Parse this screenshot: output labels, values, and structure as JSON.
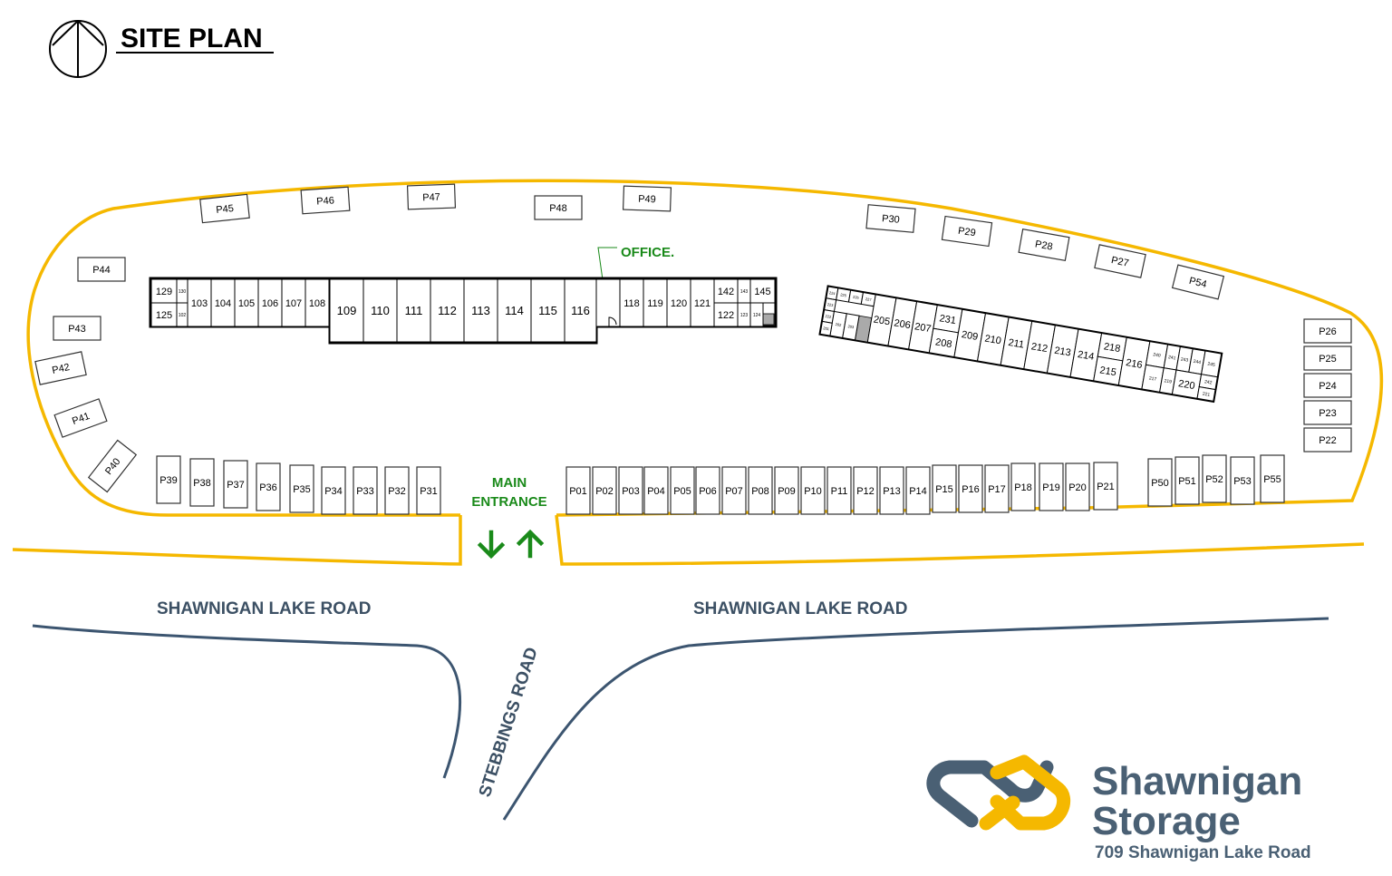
{
  "title": "SITE PLAN",
  "icons": {
    "compass": "north-arrow-compass-icon"
  },
  "colors": {
    "boundary": "#f5b800",
    "road": "#3c5570",
    "green": "#1a8a1a",
    "brand_slate": "#4a6074",
    "brand_yellow": "#f5b800"
  },
  "office": {
    "label": "OFFICE."
  },
  "entrance": {
    "line1": "MAIN",
    "line2": "ENTRANCE"
  },
  "roads": {
    "left": "SHAWNIGAN LAKE ROAD",
    "right": "SHAWNIGAN LAKE ROAD",
    "side": "STEBBINGS ROAD"
  },
  "brand": {
    "line1": "Shawnigan",
    "line2": "Storage",
    "address": "709 Shawnigan Lake Road"
  },
  "parking": [
    "P01",
    "P02",
    "P03",
    "P04",
    "P05",
    "P06",
    "P07",
    "P08",
    "P09",
    "P10",
    "P11",
    "P12",
    "P13",
    "P14",
    "P15",
    "P16",
    "P17",
    "P18",
    "P19",
    "P20",
    "P21",
    "P22",
    "P23",
    "P24",
    "P25",
    "P26",
    "P27",
    "P28",
    "P29",
    "P30",
    "P31",
    "P32",
    "P33",
    "P34",
    "P35",
    "P36",
    "P37",
    "P38",
    "P39",
    "P40",
    "P41",
    "P42",
    "P43",
    "P44",
    "P45",
    "P46",
    "P47",
    "P48",
    "P49",
    "P50",
    "P51",
    "P52",
    "P53",
    "P54",
    "P55"
  ],
  "building1_units": [
    "129",
    "130",
    "125",
    "102",
    "103",
    "104",
    "105",
    "106",
    "107",
    "108",
    "109",
    "110",
    "111",
    "112",
    "113",
    "114",
    "115",
    "116",
    "118",
    "119",
    "120",
    "121",
    "142",
    "143",
    "145",
    "122",
    "123",
    "124"
  ],
  "building2_units": [
    "224",
    "225",
    "226",
    "227",
    "223",
    "222",
    "202",
    "203",
    "201",
    "205",
    "206",
    "207",
    "231",
    "208",
    "209",
    "210",
    "211",
    "212",
    "213",
    "214",
    "218",
    "215",
    "216",
    "240",
    "241",
    "243",
    "244",
    "245",
    "217",
    "219",
    "220",
    "242",
    "221"
  ]
}
